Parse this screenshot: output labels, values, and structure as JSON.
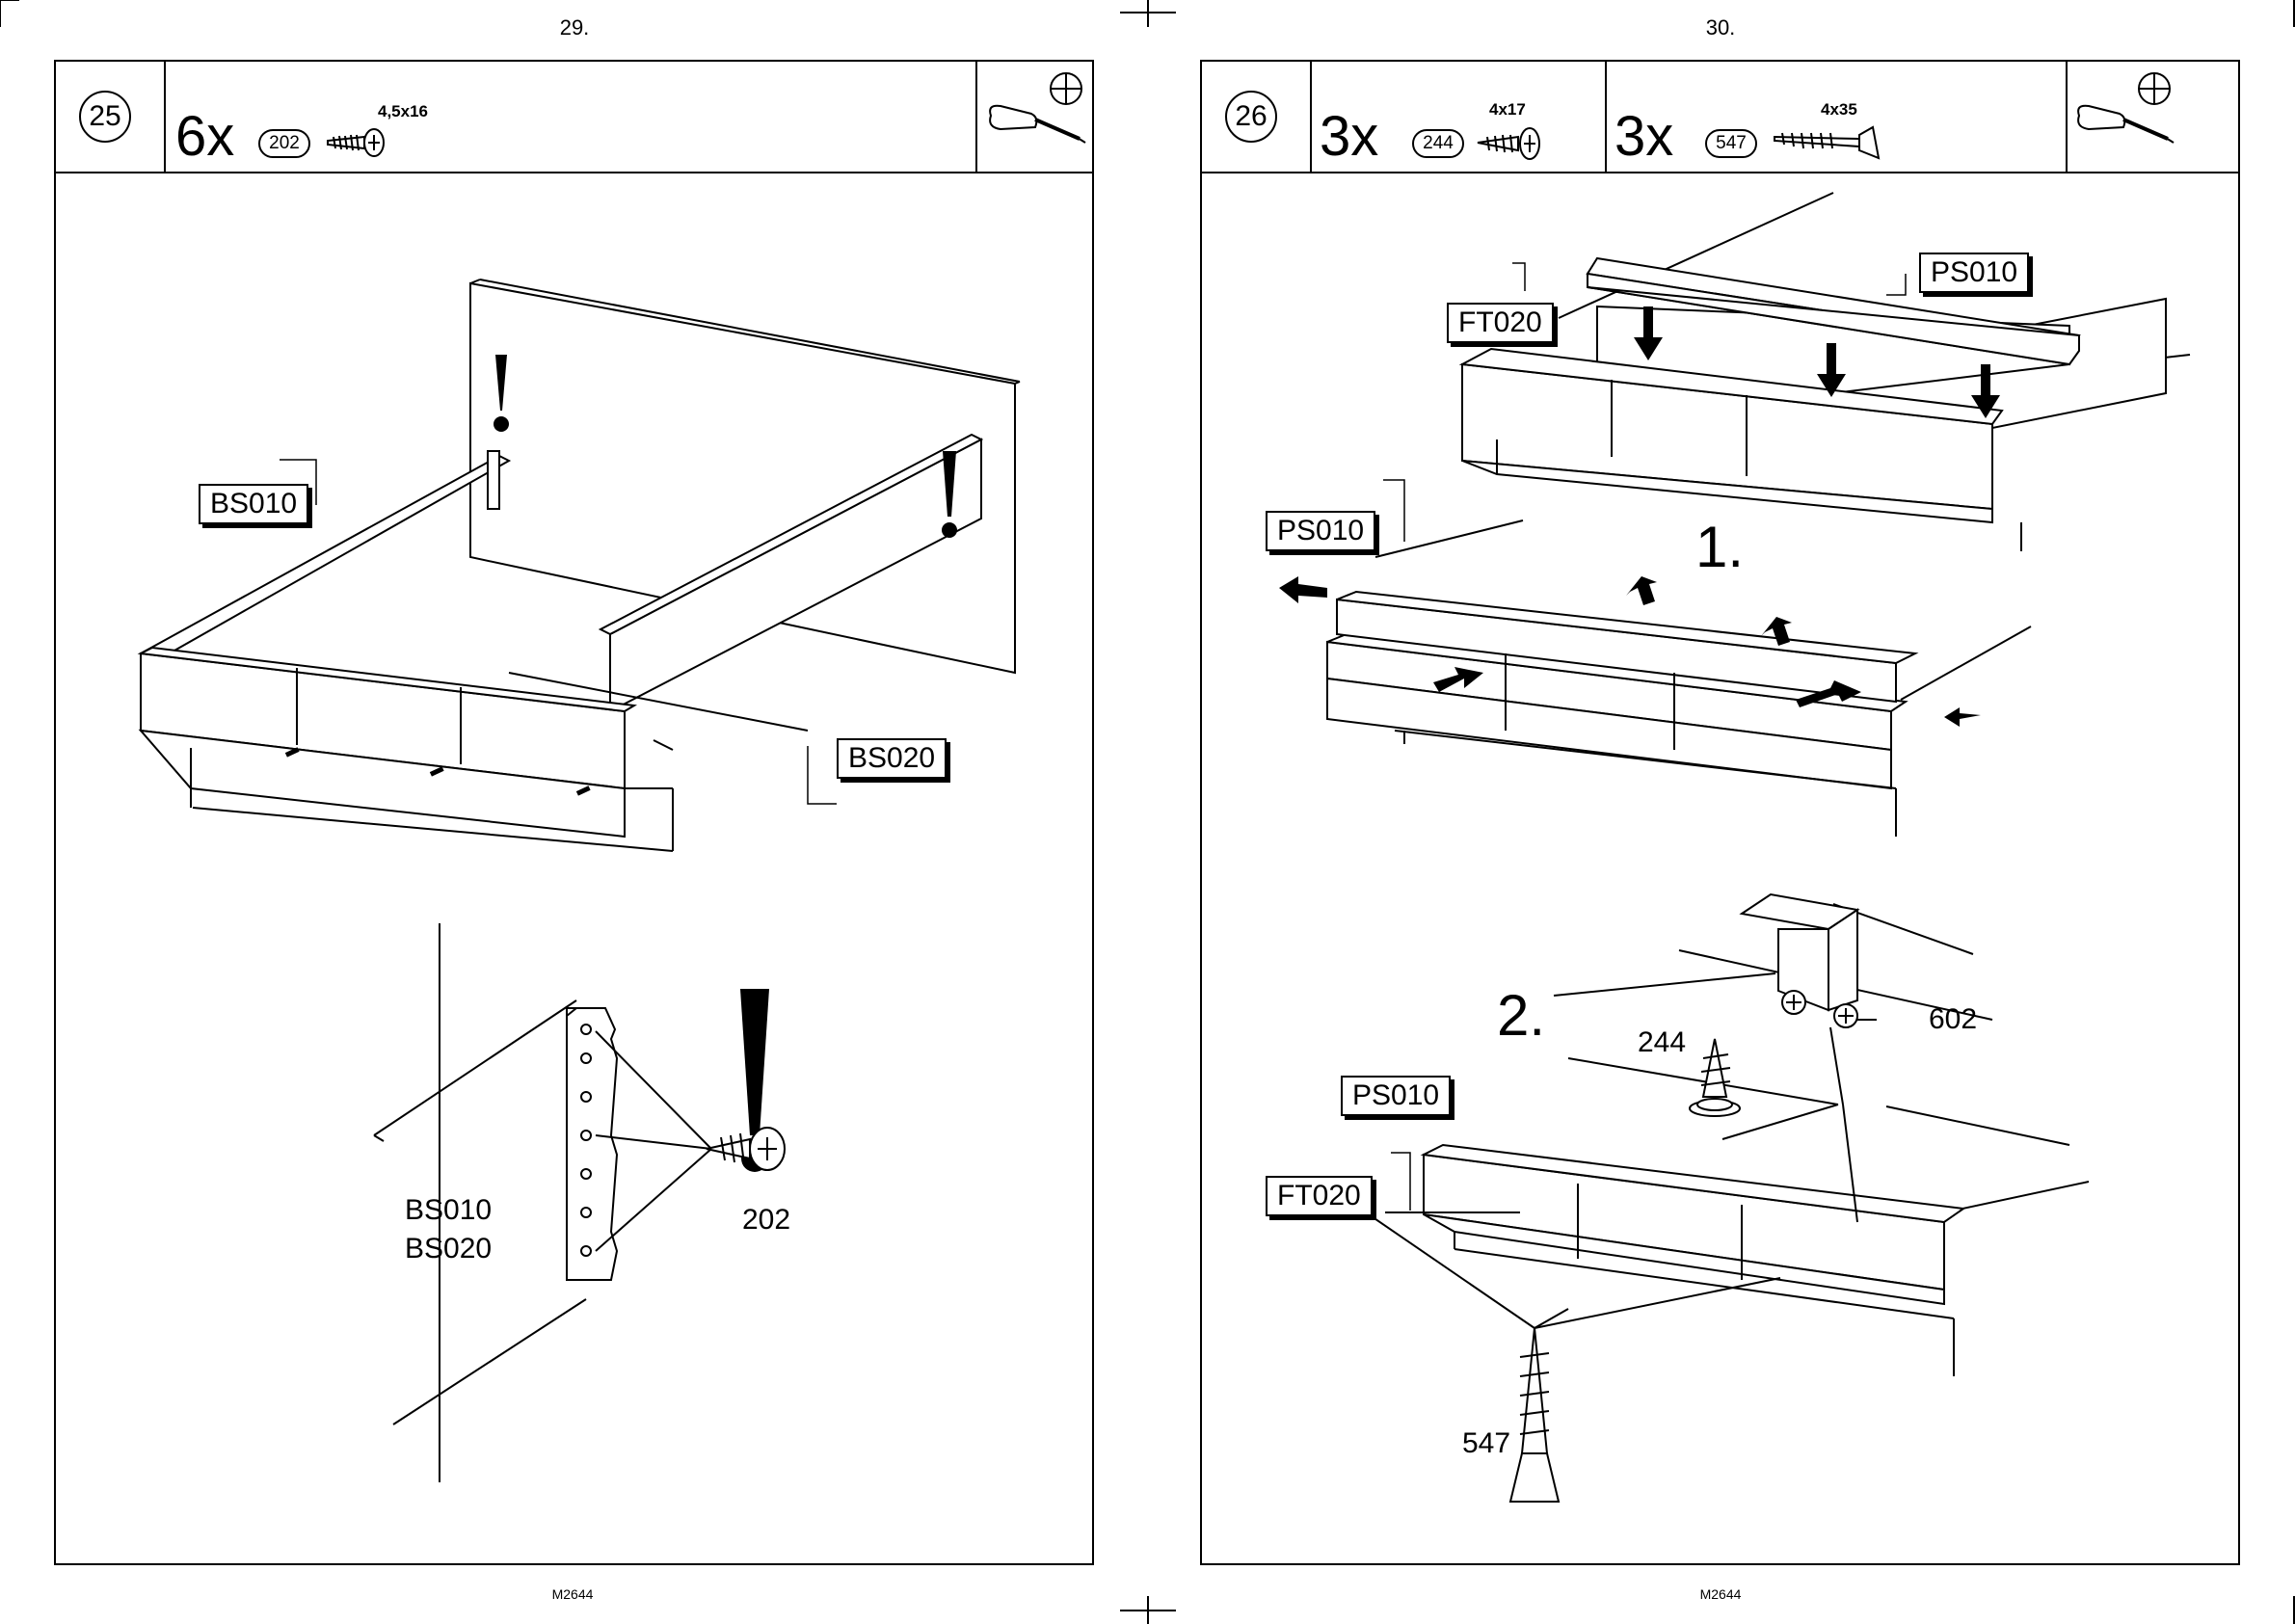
{
  "left_page": {
    "page_number": "29.",
    "footer": "M2644",
    "step": "25",
    "qty": "6x",
    "part": "202",
    "screw_size": "4,5x16",
    "labels": {
      "bs010": "BS010",
      "bs020": "BS020",
      "detail_bs010": "BS010",
      "detail_bs020": "BS020",
      "detail_part": "202"
    }
  },
  "right_page": {
    "page_number": "30.",
    "footer": "M2644",
    "step": "26",
    "qty1": "3x",
    "part1": "244",
    "size1": "4x17",
    "qty2": "3x",
    "part2": "547",
    "size2": "4x35",
    "labels": {
      "ps010_top": "PS010",
      "ft020_top": "FT020",
      "ps010_mid": "PS010",
      "ps010_low": "PS010",
      "ft020_low": "FT020",
      "part_244": "244",
      "part_602": "602",
      "part_547": "547",
      "step1": "1.",
      "step2": "2."
    }
  },
  "icons": [
    "screwdriver-icon",
    "phillips-head-icon",
    "wood-screw-icon",
    "warning-exclamation-icon",
    "push-arrow-icon"
  ]
}
